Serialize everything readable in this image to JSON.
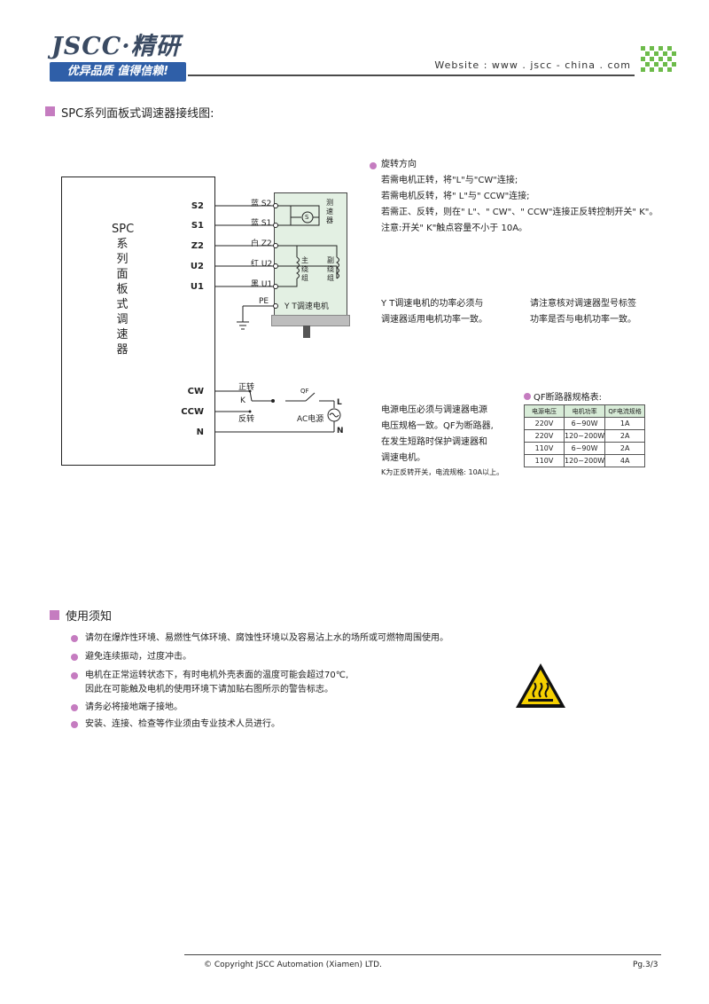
{
  "header": {
    "logo": "JSCC·精研",
    "slogan": "优异品质 值得信赖!",
    "website": "Website : www . jscc - china . com"
  },
  "section1": {
    "title": "SPC系列面板式调速器接线图:"
  },
  "diagram": {
    "controller_name": [
      "SPC",
      "系",
      "列",
      "面",
      "板",
      "式",
      "调",
      "速",
      "器"
    ],
    "terminals": [
      "S2",
      "S1",
      "Z2",
      "U2",
      "U1",
      "CW",
      "CCW",
      "N"
    ],
    "wire_labels": [
      "蓝 S2",
      "蓝 S1",
      "白 Z2",
      "红 U2",
      "黑 U1",
      "PE"
    ],
    "motor_label": "Y T调速电机",
    "tach_label": [
      "测",
      "速",
      "器"
    ],
    "main_winding": [
      "主",
      "绕",
      "组"
    ],
    "aux_winding": [
      "副",
      "绕",
      "组"
    ],
    "tach_symbol": "S",
    "switch": {
      "forward": "正转",
      "k": "K",
      "reverse": "反转",
      "qf": "QF",
      "ac": "AC电源",
      "L": "L",
      "N": "N"
    }
  },
  "rotation": {
    "title": "旋转方向",
    "lines": [
      "若需电机正转，将\"L\"与\"CW\"连接;",
      "若需电机反转，将\" L\"与\" CCW\"连接;",
      "若需正、反转，则在\" L\"、\" CW\"、\" CCW\"连接正反转控制开关\" K\"。",
      "注意:开关\" K\"触点容量不小于 10A。"
    ]
  },
  "notes": {
    "power_match": [
      "Y T调速电机的功率必须与",
      "调速器适用电机功率一致。"
    ],
    "check_label": [
      "请注意核对调速器型号标签",
      "功率是否与电机功率一致。"
    ],
    "voltage": [
      "电源电压必须与调速器电源",
      "电压规格一致。QF为断路器,",
      "在发生短路时保护调速器和",
      "调速电机。"
    ],
    "k_note": "K为正反转开关，电流规格: 10A以上。"
  },
  "qf_table": {
    "title": "QF断路器规格表:",
    "headers": [
      "电源电压",
      "电机功率",
      "QF电流规格"
    ],
    "rows": [
      [
        "220V",
        "6~90W",
        "1A"
      ],
      [
        "220V",
        "120~200W",
        "2A"
      ],
      [
        "110V",
        "6~90W",
        "2A"
      ],
      [
        "110V",
        "120~200W",
        "4A"
      ]
    ]
  },
  "usage": {
    "title": "使用须知",
    "items": [
      "请勿在爆炸性环境、易燃性气体环境、腐蚀性环境以及容易沾上水的场所或可燃物周围使用。",
      "避免连续振动，过度冲击。",
      "电机在正常运转状态下，有时电机外壳表面的温度可能会超过70℃,",
      "因此在可能触及电机的使用环境下请加贴右图所示的警告标志。",
      "请务必将接地端子接地。",
      "安装、连接、检查等作业须由专业技术人员进行。"
    ]
  },
  "footer": {
    "copyright": "© Copyright JSCC Automation (Xiamen) LTD.",
    "page": "Pg.3/3"
  },
  "colors": {
    "accent": "#c57cc0",
    "brand": "#2f5fa8",
    "green": "#6dbb4a"
  }
}
